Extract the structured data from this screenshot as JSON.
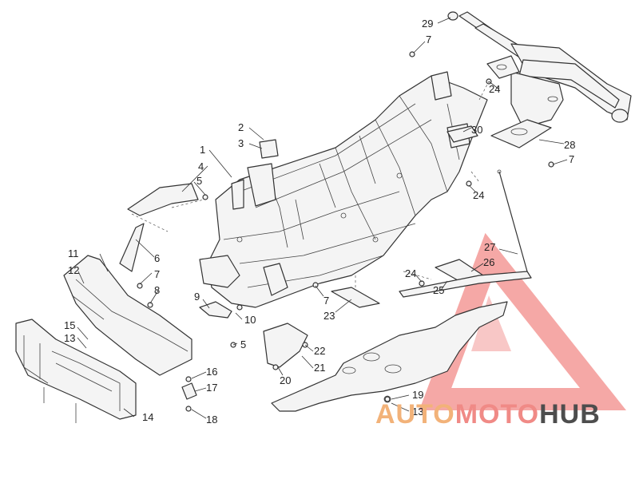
{
  "callouts": [
    {
      "id": "1",
      "text": "1"
    },
    {
      "id": "2",
      "text": "2"
    },
    {
      "id": "3",
      "text": "3"
    },
    {
      "id": "4",
      "text": "4"
    },
    {
      "id": "5a",
      "text": "5"
    },
    {
      "id": "5b",
      "text": "5"
    },
    {
      "id": "6",
      "text": "6"
    },
    {
      "id": "7a",
      "text": "7"
    },
    {
      "id": "7b",
      "text": "7"
    },
    {
      "id": "7c",
      "text": "7"
    },
    {
      "id": "7d",
      "text": "7"
    },
    {
      "id": "8",
      "text": "8"
    },
    {
      "id": "9",
      "text": "9"
    },
    {
      "id": "10",
      "text": "10"
    },
    {
      "id": "11",
      "text": "11"
    },
    {
      "id": "12",
      "text": "12"
    },
    {
      "id": "13a",
      "text": "13"
    },
    {
      "id": "13b",
      "text": "13"
    },
    {
      "id": "14",
      "text": "14"
    },
    {
      "id": "15",
      "text": "15"
    },
    {
      "id": "16",
      "text": "16"
    },
    {
      "id": "17",
      "text": "17"
    },
    {
      "id": "18",
      "text": "18"
    },
    {
      "id": "19",
      "text": "19"
    },
    {
      "id": "20",
      "text": "20"
    },
    {
      "id": "21",
      "text": "21"
    },
    {
      "id": "22",
      "text": "22"
    },
    {
      "id": "23",
      "text": "23"
    },
    {
      "id": "24a",
      "text": "24"
    },
    {
      "id": "24b",
      "text": "24"
    },
    {
      "id": "24c",
      "text": "24"
    },
    {
      "id": "25",
      "text": "25"
    },
    {
      "id": "26",
      "text": "26"
    },
    {
      "id": "27",
      "text": "27"
    },
    {
      "id": "28",
      "text": "28"
    },
    {
      "id": "29",
      "text": "29"
    },
    {
      "id": "30",
      "text": "30"
    }
  ],
  "watermark": {
    "part1": "AUTO",
    "part2": "MOTO",
    "part3": "HUB",
    "color1": "#f2b279",
    "color2": "#f08a86",
    "color3": "#4d4d4d",
    "logo_color": "#e9453f"
  }
}
